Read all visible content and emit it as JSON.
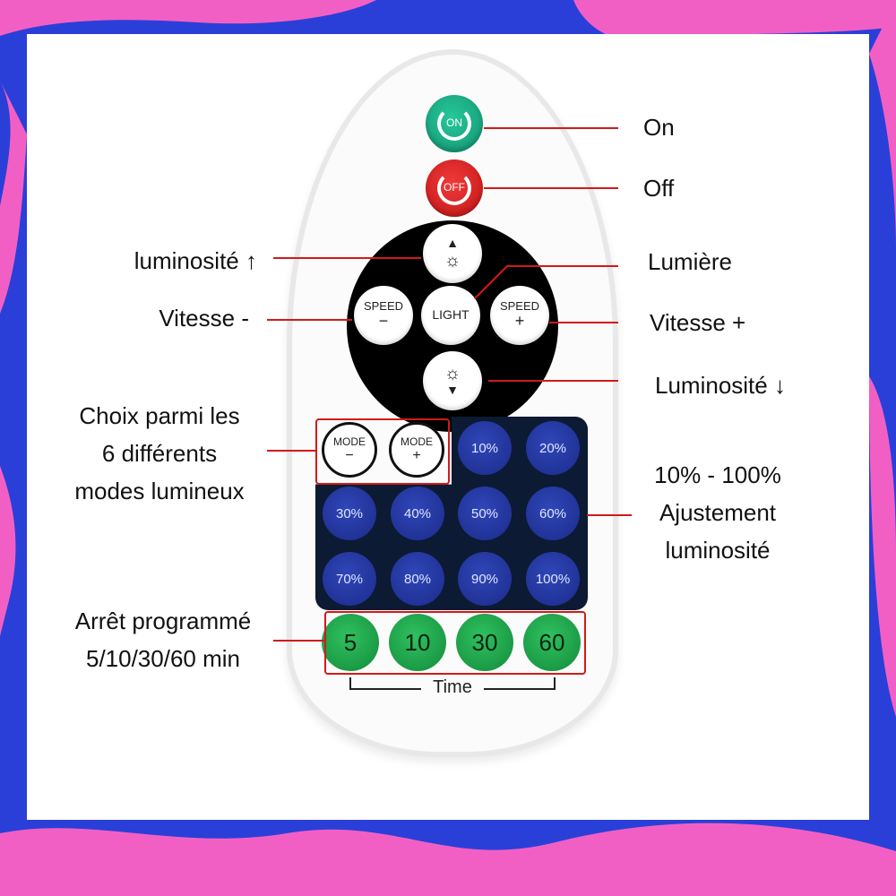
{
  "remote": {
    "power_on": "ON",
    "power_off": "OFF",
    "light": "LIGHT",
    "speed": "SPEED",
    "minus": "−",
    "plus": "+",
    "mode": "MODE",
    "percent_buttons": [
      "10%",
      "20%",
      "30%",
      "40%",
      "50%",
      "60%",
      "70%",
      "80%",
      "90%",
      "100%"
    ],
    "timer_buttons": [
      "5",
      "10",
      "30",
      "60"
    ],
    "time_label": "Time"
  },
  "annotations": {
    "on": "On",
    "off": "Off",
    "brightness_up": "luminosité ↑",
    "speed_down": "Vitesse -",
    "light": "Lumière",
    "speed_up": "Vitesse +",
    "brightness_down": "Luminosité ↓",
    "modes": [
      "Choix parmi les",
      "6 différents",
      "modes lumineux"
    ],
    "percent": [
      "10% - 100%",
      "Ajustement",
      "luminosité"
    ],
    "timer": [
      "Arrêt programmé",
      "5/10/30/60 min"
    ]
  },
  "colors": {
    "pink": "#f25fc4",
    "blue": "#2a3fd8",
    "annotation_red": "#d11a1a"
  }
}
